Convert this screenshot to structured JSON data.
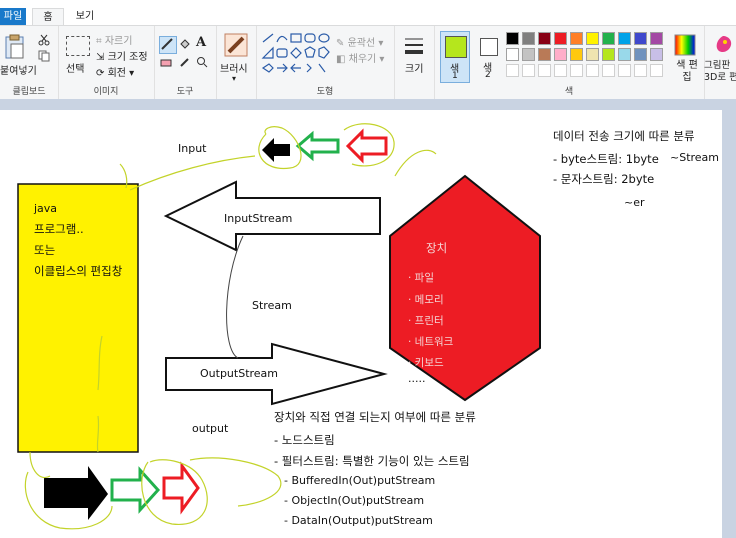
{
  "tabs": {
    "file": "파일",
    "home": "홈",
    "view": "보기"
  },
  "ribbon": {
    "clipboard": {
      "paste": "붙여넣기",
      "label": "클립보드"
    },
    "image": {
      "select": "선택",
      "crop": "자르기",
      "resize": "크기 조정",
      "rotate": "회전",
      "label": "이미지"
    },
    "tools": {
      "label": "도구"
    },
    "brushes": {
      "label": "브러시"
    },
    "shapes": {
      "outline": "윤곽선",
      "fill": "채우기",
      "label": "도형"
    },
    "size": {
      "label": "크기"
    },
    "colors": {
      "color1_num": "색",
      "color1_idx": "1",
      "color2_num": "색",
      "color2_idx": "2",
      "edit_colors": "색 편집",
      "label": "색",
      "color1": "#b5e61d",
      "palette_row1": [
        "#000000",
        "#7f7f7f",
        "#880015",
        "#ed1c24",
        "#ff7f27",
        "#fff200",
        "#22b14c",
        "#00a2e8",
        "#3f48cc",
        "#a349a4"
      ],
      "palette_row2": [
        "#ffffff",
        "#c3c3c3",
        "#b97a57",
        "#ffaec9",
        "#ffc90e",
        "#efe4b0",
        "#b5e61d",
        "#99d9ea",
        "#7092be",
        "#c8bfe7"
      ]
    },
    "paint3d": {
      "label": "그림판 3D로 편"
    }
  },
  "canvas": {
    "java_box": {
      "line1": "java",
      "line2": "프로그램..",
      "line3": "또는",
      "line4": "이클립스의 편집창"
    },
    "input_label": "Input",
    "output_label": "output",
    "input_stream": "InputStream",
    "output_stream": "OutputStream",
    "stream_label": "Stream",
    "device": {
      "title": "장치",
      "items": [
        "· 파일",
        "· 메모리",
        "· 프린터",
        "· 네트워크",
        "· 키보드"
      ],
      "more": "....."
    },
    "notes_right": {
      "title": "데이터 전송 크기에 따른 분류",
      "byte": "- byte스트림: 1byte",
      "byte_suffix": "~Stream",
      "char": "- 문자스트림: 2byte",
      "char_suffix": "~er"
    },
    "notes_bottom": {
      "title": "장치와 직접 연결 되는지 여부에 따른 분류",
      "node": "- 노드스트림",
      "filter": "- 필터스트림: 특별한 기능이 있는 스트림",
      "items": [
        "- BufferedIn(Out)putStream",
        "- ObjectIn(Out)putStream",
        "- DataIn(Output)putStream"
      ]
    }
  }
}
